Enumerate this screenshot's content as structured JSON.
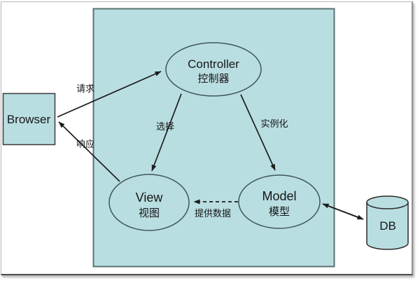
{
  "diagram": {
    "nodes": {
      "browser": {
        "label": "Browser"
      },
      "controller": {
        "label_en": "Controller",
        "label_zh": "控制器"
      },
      "view": {
        "label_en": "View",
        "label_zh": "视图"
      },
      "model": {
        "label_en": "Model",
        "label_zh": "模型"
      },
      "db": {
        "label": "DB"
      }
    },
    "edges": {
      "request": {
        "label": "请求"
      },
      "response": {
        "label": "响应"
      },
      "select": {
        "label": "选择"
      },
      "instantiate": {
        "label": "实例化"
      },
      "provide_data": {
        "label": "提供数据"
      }
    },
    "colors": {
      "shape_fill": "#b9dee2",
      "container_stroke": "#5c7272",
      "shape_stroke": "#3e565e",
      "arrow": "#1c1c1c"
    }
  }
}
